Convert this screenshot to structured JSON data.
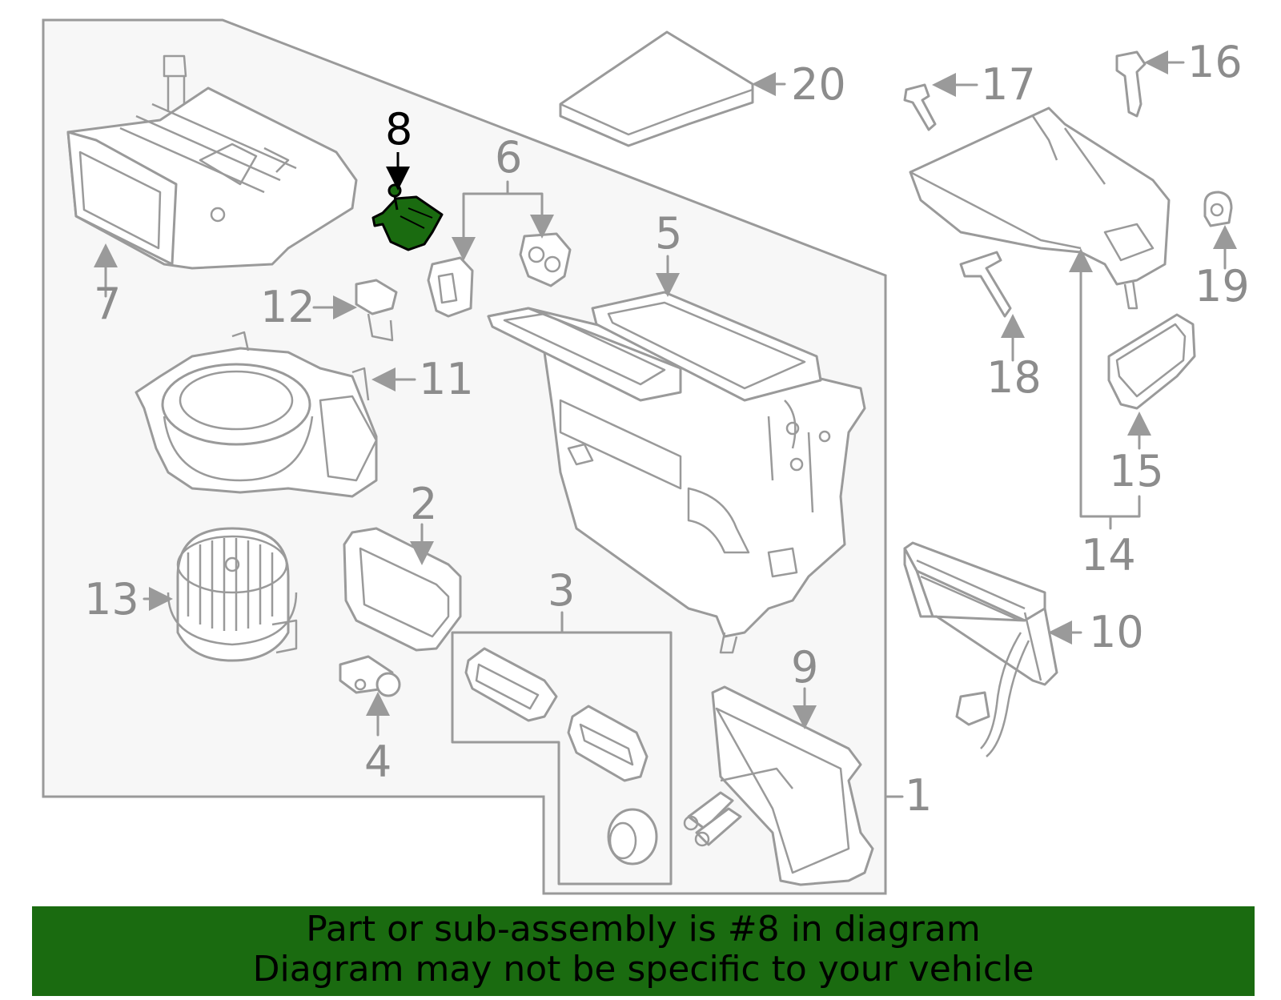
{
  "highlight_color": "#1a6b10",
  "callouts": {
    "c1": "1",
    "c2": "2",
    "c3": "3",
    "c4": "4",
    "c5": "5",
    "c6": "6",
    "c7": "7",
    "c8": "8",
    "c9": "9",
    "c10": "10",
    "c11": "11",
    "c12": "12",
    "c13": "13",
    "c14": "14",
    "c15": "15",
    "c16": "16",
    "c17": "17",
    "c18": "18",
    "c19": "19",
    "c20": "20"
  },
  "banner": {
    "line1": "Part or sub-assembly is #8 in diagram",
    "line2": "Diagram may not be specific to your vehicle"
  }
}
